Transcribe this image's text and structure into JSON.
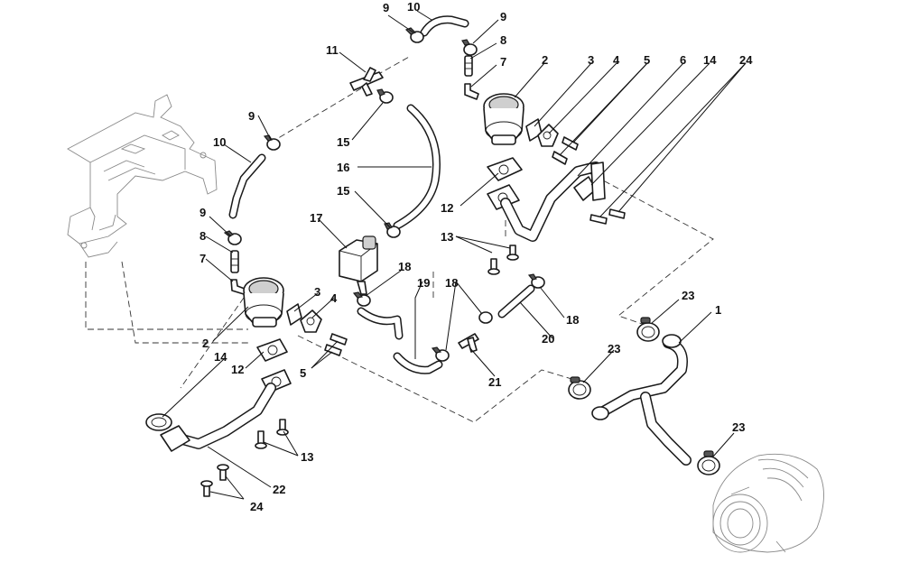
{
  "callouts": [
    {
      "id": "c9a",
      "text": "9"
    },
    {
      "id": "c10a",
      "text": "10"
    },
    {
      "id": "c9b",
      "text": "9"
    },
    {
      "id": "c8a",
      "text": "8"
    },
    {
      "id": "c7a",
      "text": "7"
    },
    {
      "id": "c11",
      "text": "11"
    },
    {
      "id": "c2a",
      "text": "2"
    },
    {
      "id": "c3a",
      "text": "3"
    },
    {
      "id": "c4a",
      "text": "4"
    },
    {
      "id": "c5a",
      "text": "5"
    },
    {
      "id": "c6",
      "text": "6"
    },
    {
      "id": "c14a",
      "text": "14"
    },
    {
      "id": "c24a",
      "text": "24"
    },
    {
      "id": "c9c",
      "text": "9"
    },
    {
      "id": "c10b",
      "text": "10"
    },
    {
      "id": "c15a",
      "text": "15"
    },
    {
      "id": "c16",
      "text": "16"
    },
    {
      "id": "c15b",
      "text": "15"
    },
    {
      "id": "c17",
      "text": "17"
    },
    {
      "id": "c12a",
      "text": "12"
    },
    {
      "id": "c13a",
      "text": "13"
    },
    {
      "id": "c9d",
      "text": "9"
    },
    {
      "id": "c8b",
      "text": "8"
    },
    {
      "id": "c7b",
      "text": "7"
    },
    {
      "id": "c18a",
      "text": "18"
    },
    {
      "id": "c19",
      "text": "19"
    },
    {
      "id": "c18b",
      "text": "18"
    },
    {
      "id": "c18c",
      "text": "18"
    },
    {
      "id": "c20",
      "text": "20"
    },
    {
      "id": "c3b",
      "text": "3"
    },
    {
      "id": "c4b",
      "text": "4"
    },
    {
      "id": "c2b",
      "text": "2"
    },
    {
      "id": "c14b",
      "text": "14"
    },
    {
      "id": "c12b",
      "text": "12"
    },
    {
      "id": "c5b",
      "text": "5"
    },
    {
      "id": "c21",
      "text": "21"
    },
    {
      "id": "c23a",
      "text": "23"
    },
    {
      "id": "c1",
      "text": "1"
    },
    {
      "id": "c23b",
      "text": "23"
    },
    {
      "id": "c23c",
      "text": "23"
    },
    {
      "id": "c13b",
      "text": "13"
    },
    {
      "id": "c22",
      "text": "22"
    },
    {
      "id": "c24b",
      "text": "24"
    }
  ]
}
